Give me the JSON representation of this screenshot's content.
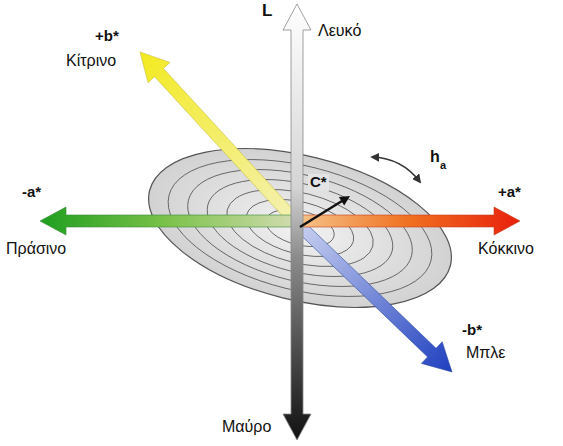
{
  "diagram": {
    "labels": [
      "L",
      "Λευκό",
      "+b*",
      "Κίτρινο",
      "-a*",
      "Πράσινο",
      "C*",
      "h",
      "a",
      "+a*",
      "Κόκκινο",
      "-b*",
      "Μπλε",
      "Μαύρο"
    ]
  }
}
